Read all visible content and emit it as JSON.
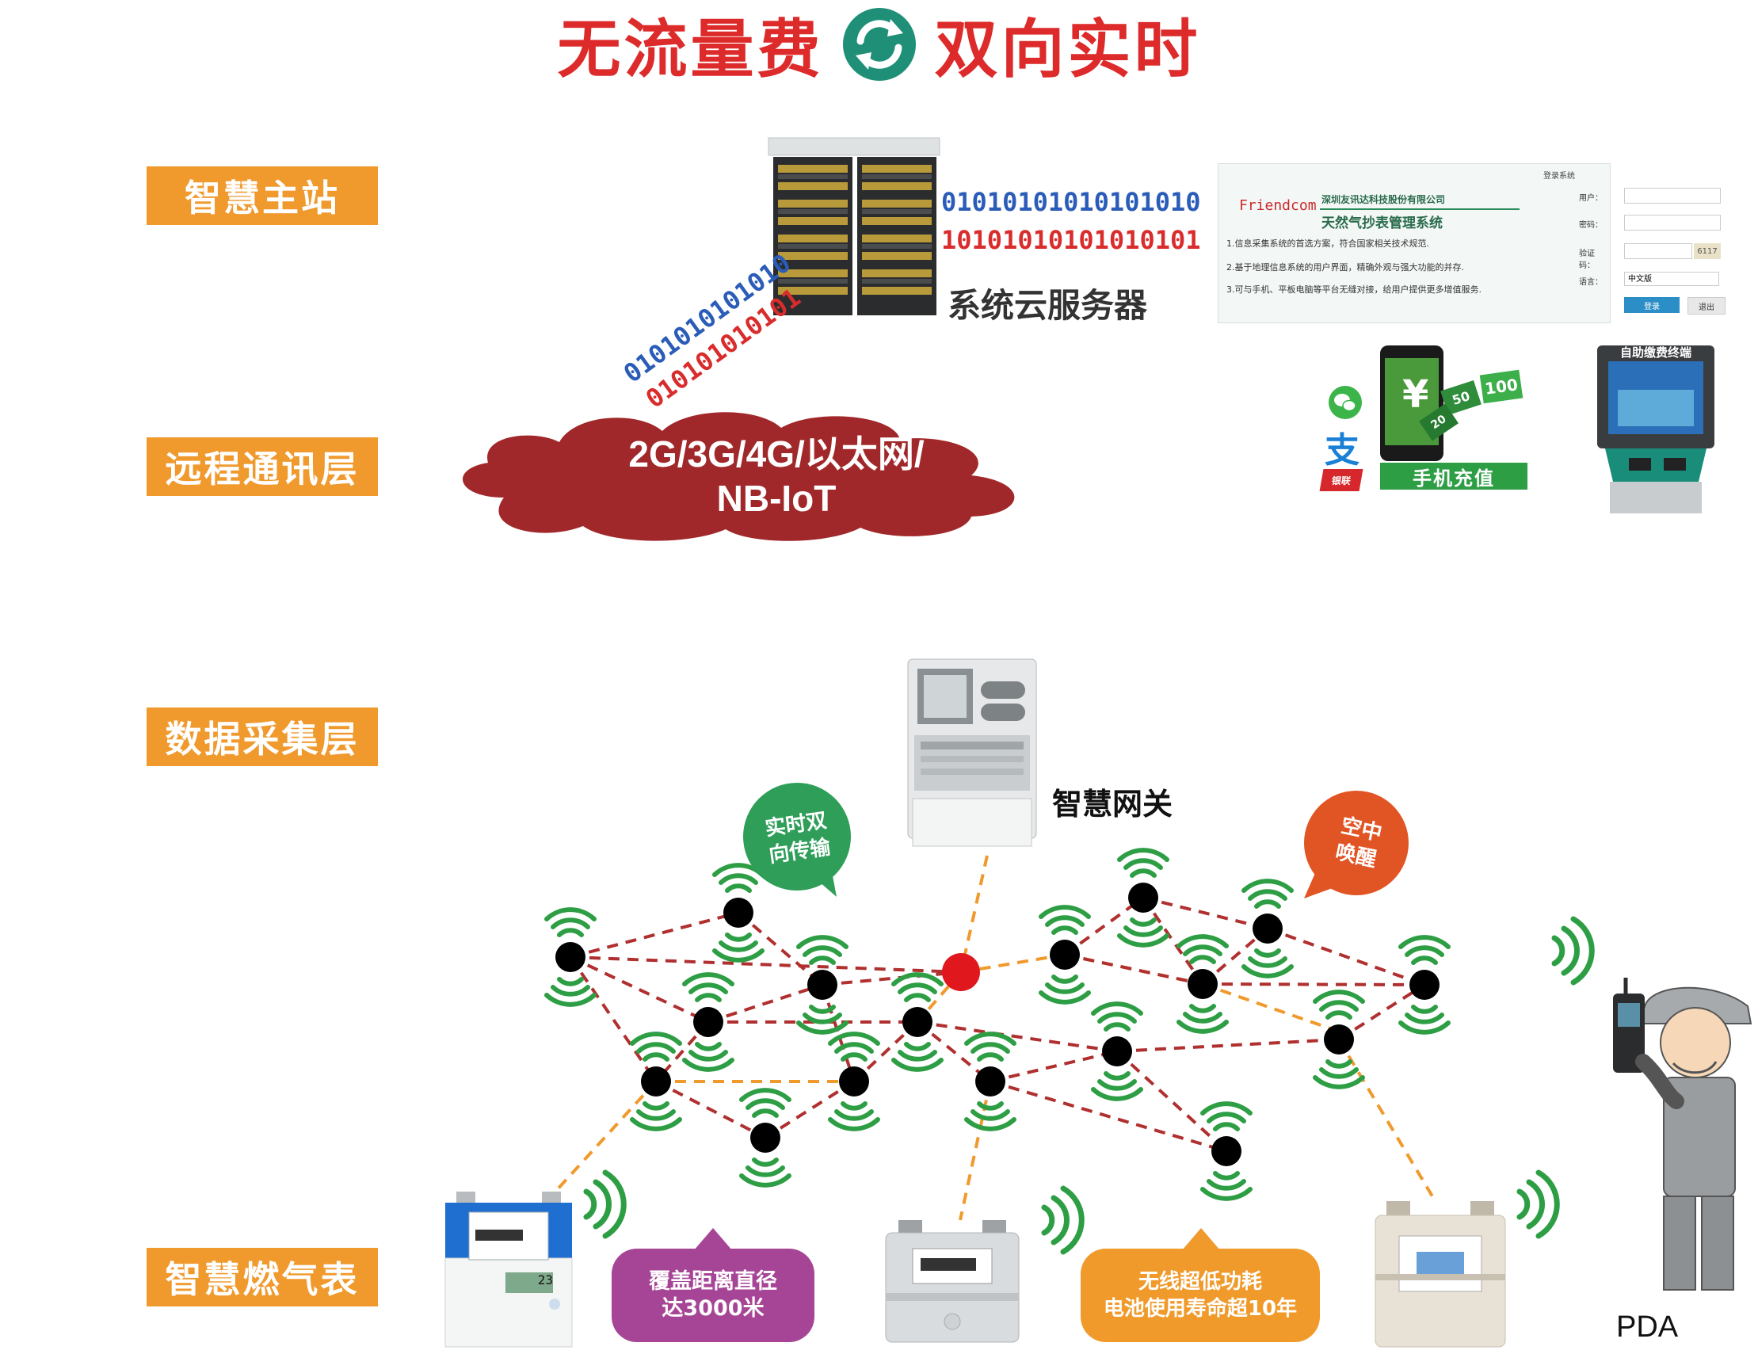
{
  "title": {
    "left": "无流量费",
    "right": "双向实时"
  },
  "layers": [
    {
      "label": "智慧主站"
    },
    {
      "label": "远程通讯层"
    },
    {
      "label": "数据采集层"
    },
    {
      "label": "智慧燃气表"
    }
  ],
  "server": {
    "caption": "系统云服务器"
  },
  "binary": {
    "blue": "01010101010101010",
    "red": "10101010101010101",
    "diag_blue": "0101010101010",
    "diag_red": "0101010101010"
  },
  "login": {
    "logo": "Friendcom",
    "company": "深圳友讯达科技股份有限公司",
    "system": "天然气抄表管理系统",
    "desc": [
      "1.信息采集系统的首选方案，符合国家相关技术规范.",
      "2.基于地理信息系统的用户界面，精确外观与强大功能的并存.",
      "3.可与手机、平板电脑等平台无缝对接，给用户提供更多增值服务."
    ],
    "panel_title": "登录系统",
    "fields": [
      {
        "label": "用户：",
        "value": ""
      },
      {
        "label": "密码：",
        "value": ""
      },
      {
        "label": "验证码：",
        "value": "6117"
      },
      {
        "label": "语言：",
        "value": "中文版"
      }
    ],
    "login_button": "登录",
    "cancel_button": "退出"
  },
  "payment": {
    "mobile_label": "手机充值",
    "kiosk_label": "自助缴费终端",
    "alipay_glyph": "支",
    "unionpay_glyph": "银联",
    "notes": [
      "100",
      "50",
      "20"
    ],
    "yen": "¥"
  },
  "cloud": {
    "line1": "2G/3G/4G/以太网/",
    "line2": "NB-IoT"
  },
  "gateway": {
    "caption": "智慧网关"
  },
  "bubbles": {
    "green": [
      "实时双",
      "向传输"
    ],
    "orange": [
      "空中",
      "唤醒"
    ],
    "purple": [
      "覆盖距离直径",
      "达3000米"
    ],
    "yellow": [
      "无线超低功耗",
      "电池使用寿命超10年"
    ]
  },
  "meter": {
    "reading": "23"
  },
  "pda": {
    "label": "PDA"
  },
  "colors": {
    "accent_red": "#dd2a2a",
    "layer_orange": "#f0992c",
    "cloud_red": "#a1282a",
    "teal": "#1f8f78",
    "node_link_red": "#b02f2f",
    "node_link_orange": "#f0992c",
    "signal_green": "#2e9e45",
    "bubble_green": "#2e9e59",
    "bubble_orange": "#e15424",
    "bubble_purple": "#a64596",
    "bubble_yellow": "#f09a2b"
  }
}
